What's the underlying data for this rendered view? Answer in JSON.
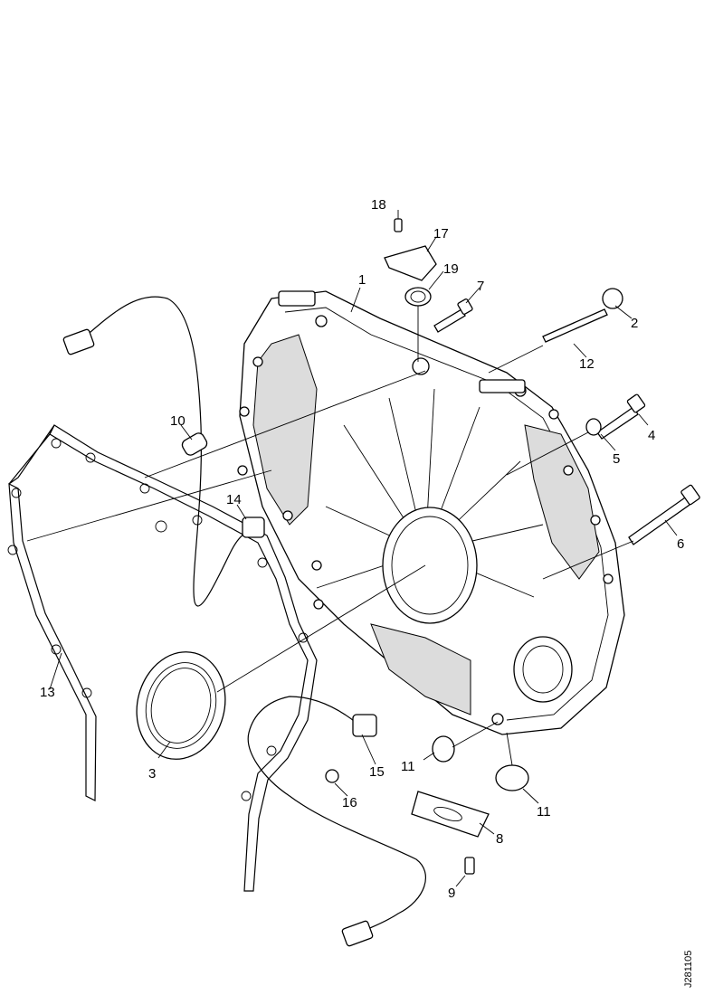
{
  "callouts": [
    "1",
    "2",
    "3",
    "4",
    "5",
    "6",
    "7",
    "8",
    "9",
    "10",
    "11",
    "11",
    "12",
    "13",
    "14",
    "15",
    "16",
    "17",
    "18",
    "19"
  ],
  "reference_code": "J281105"
}
